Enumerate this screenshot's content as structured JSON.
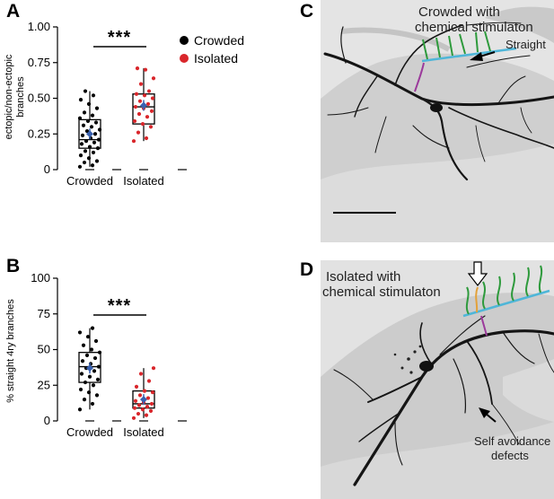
{
  "panels": {
    "a": {
      "letter": "A",
      "ylabel_line1": "ectopic/non-ectopic",
      "ylabel_line2": "branches",
      "significance": "***",
      "legend": [
        {
          "label": "Crowded",
          "color": "#000000"
        },
        {
          "label": "Isolated",
          "color": "#d9262b"
        }
      ]
    },
    "b": {
      "letter": "B",
      "ylabel": "% straight 4ry branches",
      "significance": "***"
    },
    "c": {
      "letter": "C",
      "title_line1": "Crowded with",
      "title_line2": "chemical stimulaton",
      "arrow_label": "Straight"
    },
    "d": {
      "letter": "D",
      "title_line1": "Isolated with",
      "title_line2": "chemical stimulaton",
      "arrow_label_line1": "Self avoidance",
      "arrow_label_line2": "defects"
    }
  },
  "colors": {
    "crowded": "#000000",
    "isolated": "#d9262b",
    "mean_marker": "#3a62b0",
    "green_trace": "#2e9a3c",
    "blue_trace": "#4fb6d8",
    "purple_trace": "#9b3a9b",
    "orange_trace": "#e3a13a"
  },
  "chart_data": [
    {
      "type": "box",
      "panel": "A",
      "title": "",
      "xlabel": "",
      "ylabel": "ectopic/non-ectopic branches",
      "ylim": [
        0,
        1.0
      ],
      "yticks": [
        0,
        0.25,
        0.5,
        0.75,
        1.0
      ],
      "ytick_labels": [
        "0",
        "0.25",
        "0.50",
        "0.75",
        "1.00"
      ],
      "categories": [
        "Crowded",
        "Isolated"
      ],
      "series": [
        {
          "name": "Crowded",
          "box": {
            "q1": 0.15,
            "median": 0.21,
            "q3": 0.35,
            "whisker_low": 0.02,
            "whisker_high": 0.55
          },
          "mean": 0.25,
          "points": [
            0.02,
            0.03,
            0.05,
            0.06,
            0.08,
            0.1,
            0.12,
            0.13,
            0.15,
            0.16,
            0.18,
            0.19,
            0.2,
            0.21,
            0.22,
            0.24,
            0.25,
            0.27,
            0.28,
            0.3,
            0.31,
            0.33,
            0.34,
            0.36,
            0.38,
            0.4,
            0.43,
            0.46,
            0.49,
            0.52,
            0.55
          ]
        },
        {
          "name": "Isolated",
          "box": {
            "q1": 0.32,
            "median": 0.44,
            "q3": 0.53,
            "whisker_low": 0.2,
            "whisker_high": 0.71
          },
          "mean": 0.45,
          "points": [
            0.2,
            0.22,
            0.26,
            0.3,
            0.32,
            0.34,
            0.37,
            0.39,
            0.41,
            0.43,
            0.44,
            0.46,
            0.48,
            0.5,
            0.52,
            0.53,
            0.55,
            0.6,
            0.64,
            0.7,
            0.71
          ]
        }
      ]
    },
    {
      "type": "box",
      "panel": "B",
      "title": "",
      "xlabel": "",
      "ylabel": "% straight 4ry branches",
      "ylim": [
        0,
        100
      ],
      "yticks": [
        0,
        25,
        50,
        75,
        100
      ],
      "ytick_labels": [
        "0",
        "25",
        "50",
        "75",
        "100"
      ],
      "categories": [
        "Crowded",
        "Isolated"
      ],
      "series": [
        {
          "name": "Crowded",
          "box": {
            "q1": 27,
            "median": 38,
            "q3": 48,
            "whisker_low": 8,
            "whisker_high": 65
          },
          "mean": 37,
          "points": [
            8,
            12,
            15,
            18,
            20,
            22,
            25,
            27,
            29,
            31,
            33,
            35,
            37,
            38,
            40,
            42,
            44,
            46,
            48,
            50,
            53,
            56,
            59,
            62,
            65
          ]
        },
        {
          "name": "Isolated",
          "box": {
            "q1": 9,
            "median": 12,
            "q3": 21,
            "whisker_low": 2,
            "whisker_high": 37
          },
          "mean": 15,
          "points": [
            2,
            4,
            5,
            7,
            8,
            9,
            10,
            11,
            12,
            13,
            14,
            16,
            18,
            20,
            21,
            24,
            28,
            33,
            37
          ]
        }
      ]
    }
  ]
}
